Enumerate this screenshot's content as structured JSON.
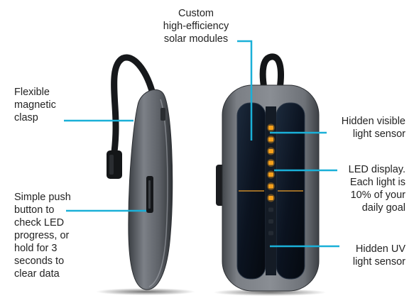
{
  "colors": {
    "callout": "#1ab0d8",
    "led": "#f5a01a",
    "body_gray": "#6f7378",
    "panel": "#0d1622",
    "text": "#232323"
  },
  "icons": {
    "side_device": "solar-tracker-side-view",
    "front_device": "solar-tracker-front-view"
  },
  "labels": {
    "solar": "Custom\nhigh-efficiency\nsolar modules",
    "clasp": "Flexible\nmagnetic\nclasp",
    "button": "Simple push\nbutton to\ncheck LED\nprogress, or\nhold for 3\nseconds to\nclear data",
    "visible_sensor": "Hidden visible\nlight sensor",
    "led_display": "LED display.\nEach light is\n10% of your\ndaily goal",
    "uv_sensor": "Hidden UV\nlight sensor"
  },
  "leds": {
    "count": 10,
    "lit": 7
  }
}
